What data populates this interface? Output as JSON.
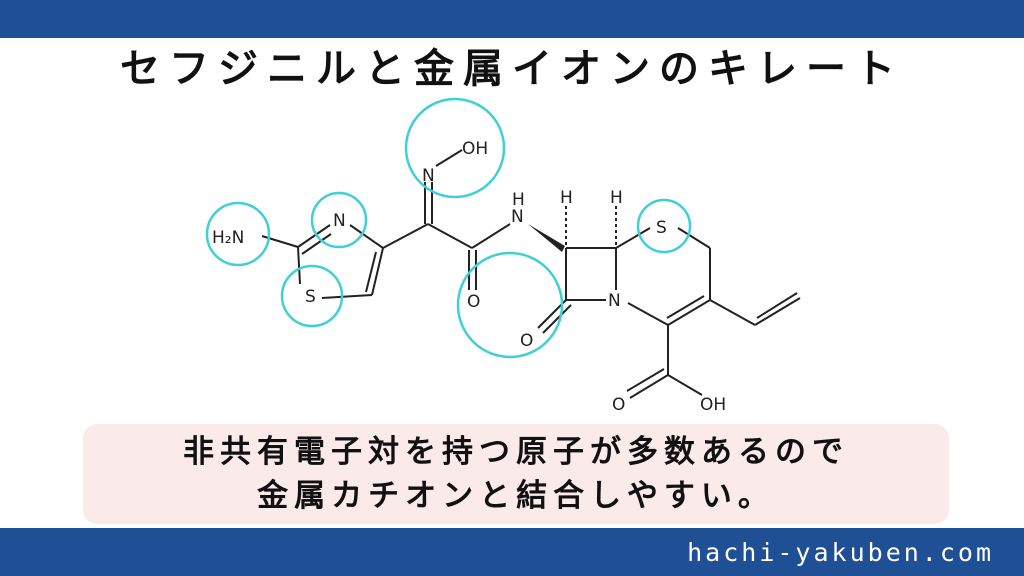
{
  "header": {
    "title": "セフジニルと金属イオンのキレート"
  },
  "molecule": {
    "atoms": {
      "oh_top": "OH",
      "n_oxime": "N",
      "h2n": "H₂N",
      "n_thiazole": "N",
      "s_thiazole": "S",
      "nh": "N",
      "nh_h": "H",
      "o_amide": "O",
      "h1": "H",
      "h2": "H",
      "s_ring": "S",
      "n_ring": "N",
      "o_lactam": "O",
      "o_acid": "O",
      "oh_acid": "OH"
    },
    "highlight_color": "#3fd0d6"
  },
  "note": {
    "line1": "非共有電子対を持つ原子が多数あるので",
    "line2": "金属カチオンと結合しやすい。"
  },
  "footer": {
    "site": "hachi-yakuben.com"
  },
  "colors": {
    "bar": "#1f4f95",
    "note_bg": "#fbeaea"
  }
}
